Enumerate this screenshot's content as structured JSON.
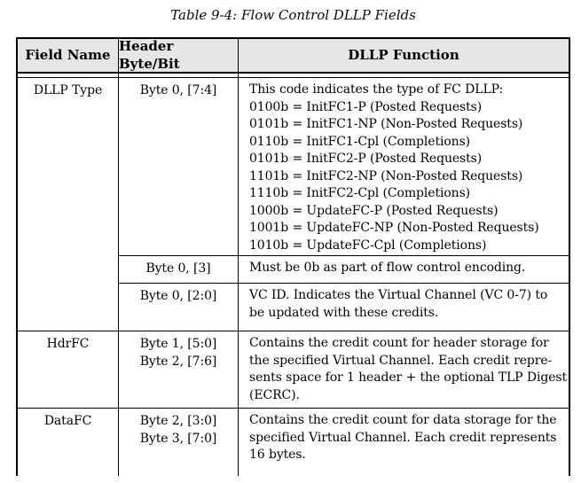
{
  "title": "Table 9-4: Flow Control DLLP Fields",
  "table": {
    "headers": [
      "Field Name",
      "Header Byte/Bit",
      "DLLP Function"
    ],
    "rows": [
      {
        "field_name": "DLLP Type",
        "sub_rows": [
          {
            "byte_bit": "Byte 0, [7:4]",
            "function_lines": [
              "This code indicates the type of FC DLLP:",
              "0100b = InitFC1-P (Posted Requests)",
              "0101b = InitFC1-NP (Non-Posted Requests)",
              "0110b = InitFC1-Cpl (Completions)",
              "0101b = InitFC2-P (Posted Requests)",
              "1101b = InitFC2-NP (Non-Posted Requests)",
              "1110b = InitFC2-Cpl (Completions)",
              "1000b = UpdateFC-P (Posted Requests)",
              "1001b = UpdateFC-NP (Non-Posted Requests)",
              "1010b = UpdateFC-Cpl (Completions)"
            ]
          },
          {
            "byte_bit": "Byte 0, [3]",
            "function_lines": [
              "Must be 0b as part of flow control encoding."
            ]
          },
          {
            "byte_bit": "Byte 0, [2:0]",
            "function_lines": [
              "VC ID. Indicates the Virtual Channel (VC 0-7) to",
              "be updated with these credits."
            ]
          }
        ]
      },
      {
        "field_name": "HdrFC",
        "byte_bit_lines": [
          "Byte 1, [5:0]",
          "Byte 2, [7:6]"
        ],
        "function_lines": [
          "Contains the credit count for header storage for",
          "the specified Virtual Channel. Each credit repre-",
          "sents space for 1 header + the optional TLP Digest",
          "(ECRC)."
        ]
      },
      {
        "field_name": "DataFC",
        "byte_bit_lines": [
          "Byte 2, [3:0]",
          "Byte 3, [7:0]"
        ],
        "function_lines": [
          "Contains the credit count for data storage for the",
          "specified Virtual Channel. Each credit represents",
          "16 bytes."
        ]
      }
    ]
  },
  "colors": {
    "header_background": "#e6e6e6",
    "border": "#000000",
    "text": "#000000",
    "page_background": "#ffffff"
  }
}
